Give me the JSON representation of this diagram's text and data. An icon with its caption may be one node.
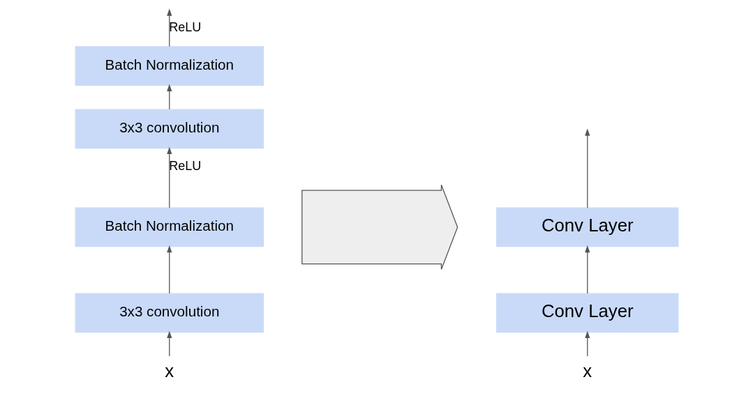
{
  "diagram": {
    "nodes": [
      {
        "text": [
          "Batch Normalization"
        ]
      },
      {
        "text": [
          "3x3 convolution"
        ]
      },
      {
        "text": [
          "Batch Normalization"
        ]
      },
      {
        "text": [
          "3x3 convolution"
        ]
      },
      {
        "text": [
          "x"
        ]
      },
      {
        "text": [],
        "shape": "arrow"
      },
      {
        "text": [
          "Conv Layer"
        ]
      },
      {
        "text": [
          "Conv Layer"
        ]
      },
      {
        "text": [
          "x"
        ]
      }
    ],
    "edges": [
      {
        "from": 0,
        "to": null,
        "arrow": "to",
        "label": "ReLU"
      },
      {
        "from": 1,
        "to": 0,
        "arrow": "to"
      },
      {
        "from": 2,
        "to": 1,
        "arrow": "to",
        "label": "ReLU"
      },
      {
        "from": 3,
        "to": 2,
        "arrow": "to"
      },
      {
        "from": 4,
        "to": 3,
        "arrow": "to"
      },
      {
        "from": 7,
        "to": 6,
        "arrow": "to"
      },
      {
        "from": 6,
        "to": null,
        "arrow": "to"
      },
      {
        "from": 8,
        "to": 7,
        "arrow": "to"
      }
    ]
  }
}
